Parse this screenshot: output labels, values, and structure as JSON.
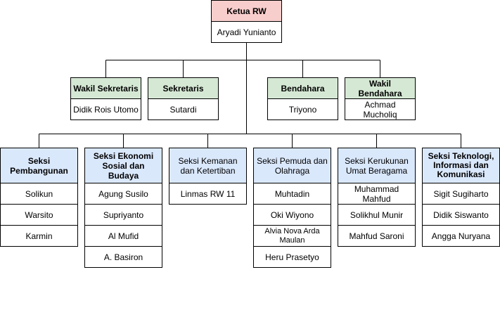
{
  "top": {
    "title": "Ketua RW",
    "person": "Aryadi Yunianto"
  },
  "second_row": [
    {
      "title": "Wakil Sekretaris",
      "person": "Didik Rois Utomo"
    },
    {
      "title": "Sekretaris",
      "person": "Sutardi"
    },
    {
      "title": "Bendahara",
      "person": "Triyono"
    },
    {
      "title": "Wakil Bendahara",
      "person": "Achmad Mucholiq"
    }
  ],
  "sections": [
    {
      "title": "Seksi Pembangunan",
      "members": [
        "Solikun",
        "Warsito",
        "Karmin"
      ]
    },
    {
      "title": "Seksi Ekonomi Sosial dan Budaya",
      "members": [
        "Agung Susilo",
        "Supriyanto",
        "Al Mufid",
        "A. Basiron"
      ]
    },
    {
      "title": "Seksi Kemanan dan Ketertiban",
      "members": [
        "Linmas RW 11"
      ]
    },
    {
      "title": "Seksi Pemuda dan Olahraga",
      "members": [
        "Muhtadin",
        "Oki Wiyono",
        "Alvia Nova Arda Maulan",
        "Heru Prasetyo"
      ]
    },
    {
      "title": "Seksi Kerukunan Umat Beragama",
      "members": [
        "Muhammad Mahfud",
        "Solikhul Munir",
        "Mahfud Saroni"
      ]
    },
    {
      "title": "Seksi Teknologi, Informasi dan Komunikasi",
      "members": [
        "Sigit Sugiharto",
        "Didik Siswanto",
        "Angga Nuryana"
      ]
    }
  ],
  "colors": {
    "top_header": "#f8cecc",
    "second_header": "#d5e8d4",
    "section_header": "#dae8fc",
    "line": "#000000"
  }
}
